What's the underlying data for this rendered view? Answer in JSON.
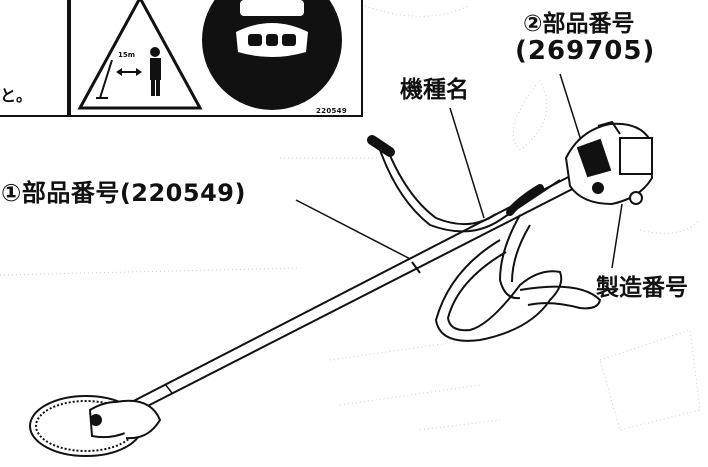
{
  "labels": {
    "part_number_1": "①部品番号(220549)",
    "part_number_2_title": "②部品番号",
    "part_number_2_value": "(269705)",
    "model_name": "機種名",
    "serial_number": "製造番号",
    "text_fragment": "と。"
  },
  "warning_label": {
    "distance": "15m",
    "code": "220549"
  }
}
